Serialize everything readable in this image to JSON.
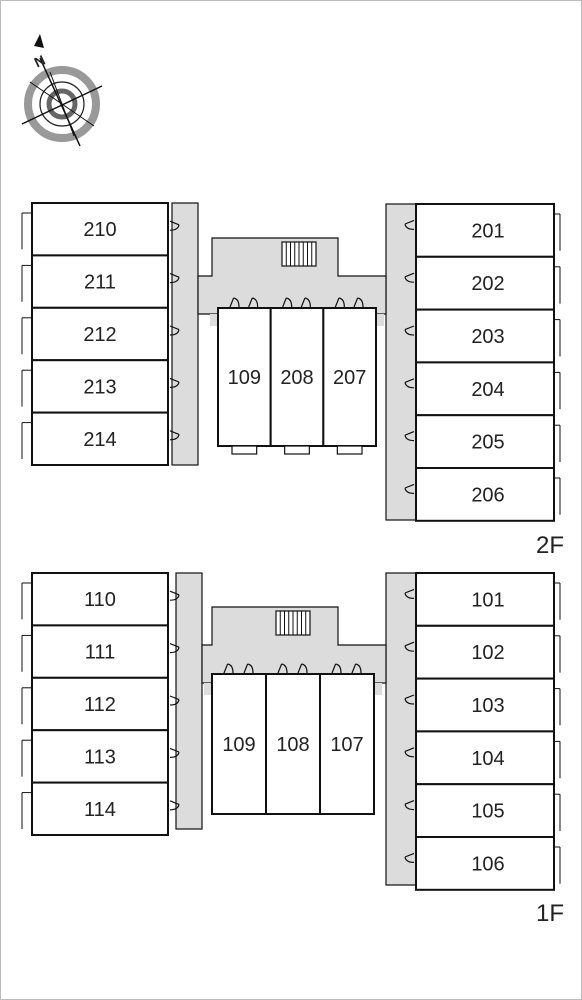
{
  "compass": {
    "north_label": "N",
    "icon": "compass-rose-icon"
  },
  "floors": [
    {
      "label": "2F",
      "left_rooms": [
        "210",
        "211",
        "212",
        "213",
        "214"
      ],
      "center_rooms": [
        "109",
        "208",
        "207"
      ],
      "right_rooms": [
        "201",
        "202",
        "203",
        "204",
        "205",
        "206"
      ],
      "stair_icon": "stairs-icon"
    },
    {
      "label": "1F",
      "left_rooms": [
        "110",
        "111",
        "112",
        "113",
        "114"
      ],
      "center_rooms": [
        "109",
        "108",
        "107"
      ],
      "right_rooms": [
        "101",
        "102",
        "103",
        "104",
        "105",
        "106"
      ],
      "stair_icon": "stairs-icon"
    }
  ],
  "colors": {
    "corridor": "#dcdcdc",
    "wall": "#111111",
    "background": "#ffffff"
  }
}
